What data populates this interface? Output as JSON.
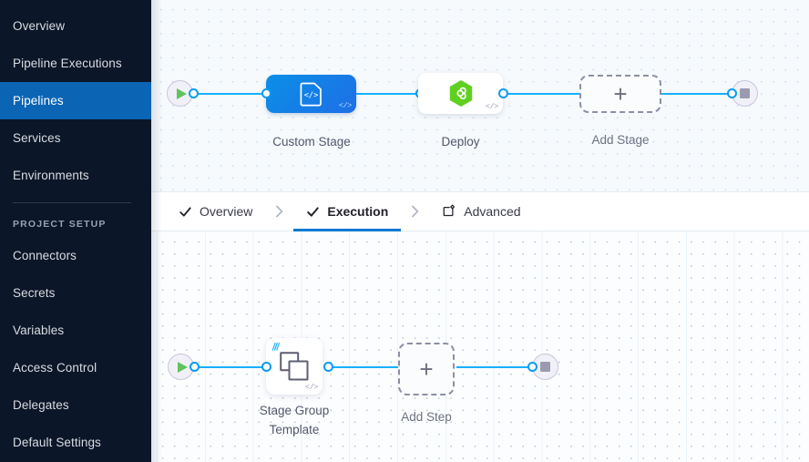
{
  "sidebar": {
    "items": [
      {
        "label": "Overview",
        "active": false
      },
      {
        "label": "Pipeline Executions",
        "active": false
      },
      {
        "label": "Pipelines",
        "active": true
      },
      {
        "label": "Services",
        "active": false
      },
      {
        "label": "Environments",
        "active": false
      }
    ],
    "section_label": "PROJECT SETUP",
    "setup_items": [
      {
        "label": "Connectors"
      },
      {
        "label": "Secrets"
      },
      {
        "label": "Variables"
      },
      {
        "label": "Access Control"
      },
      {
        "label": "Delegates"
      },
      {
        "label": "Default Settings"
      }
    ],
    "colors": {
      "background": "#0b1628",
      "active_background": "#0b64b4",
      "text": "#d9dce2"
    }
  },
  "tabs": {
    "items": [
      {
        "label": "Overview",
        "icon": "check-icon",
        "active": false
      },
      {
        "label": "Execution",
        "icon": "check-icon",
        "active": true
      },
      {
        "label": "Advanced",
        "icon": "advanced-box-gear-icon",
        "active": false
      }
    ],
    "separator_icon": "chevron-right-icon",
    "active_underline_color": "#0278d5"
  },
  "stage_canvas": {
    "start_node": {
      "icon": "play-icon",
      "name": "pipeline-start"
    },
    "end_node": {
      "icon": "stop-icon",
      "name": "pipeline-end"
    },
    "nodes": [
      {
        "label": "Custom Stage",
        "type": "custom-stage",
        "icon": "custom-stage-code-icon",
        "marker": "</>",
        "selected": true,
        "color": "#0a8fe8"
      },
      {
        "label": "Deploy",
        "type": "deploy-stage",
        "icon": "harness-cd-infinity-hexagon-icon",
        "marker": "</>",
        "selected": false,
        "color": "#5fd01f"
      },
      {
        "label": "Add Stage",
        "type": "add-stage-placeholder",
        "icon": "plus-icon",
        "marker": "",
        "selected": false,
        "color": "#8d8fa6"
      }
    ]
  },
  "execution_canvas": {
    "start_node": {
      "icon": "play-icon",
      "name": "execution-start"
    },
    "end_node": {
      "icon": "stop-icon",
      "name": "execution-end"
    },
    "nodes": [
      {
        "label": "Stage Group\nTemplate",
        "type": "step-group-template",
        "icon": "stacked-squares-icon",
        "marker": "</>",
        "template_badge": "template-library-icon"
      },
      {
        "label": "Add Step",
        "type": "add-step-placeholder",
        "icon": "plus-icon",
        "marker": ""
      }
    ]
  }
}
